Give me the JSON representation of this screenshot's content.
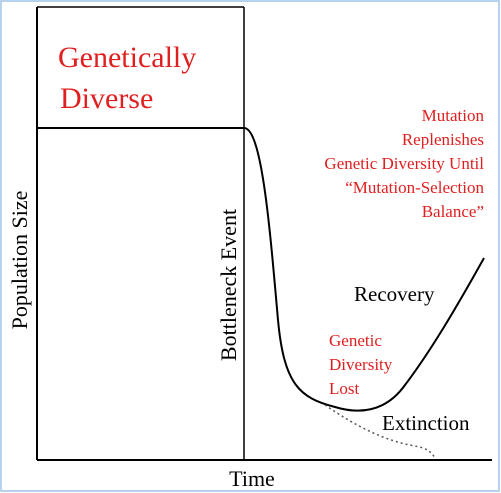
{
  "diagram": {
    "title_line1": "Genetically",
    "title_line2": "Diverse",
    "y_axis_label": "Population Size",
    "x_axis_label": "Time",
    "event_label": "Bottleneck Event",
    "annotation_mutation": [
      "Mutation",
      "Replenishes",
      "Genetic Diversity Until",
      "“Mutation-Selection",
      "Balance”"
    ],
    "annotation_lost": [
      "Genetic",
      "Diversity",
      "Lost"
    ],
    "label_recovery": "Recovery",
    "label_extinction": "Extinction",
    "colors": {
      "frame_border": "#9fc3e6",
      "line": "#000000",
      "red_text": "#e02020",
      "dotted_line": "#555555"
    }
  }
}
